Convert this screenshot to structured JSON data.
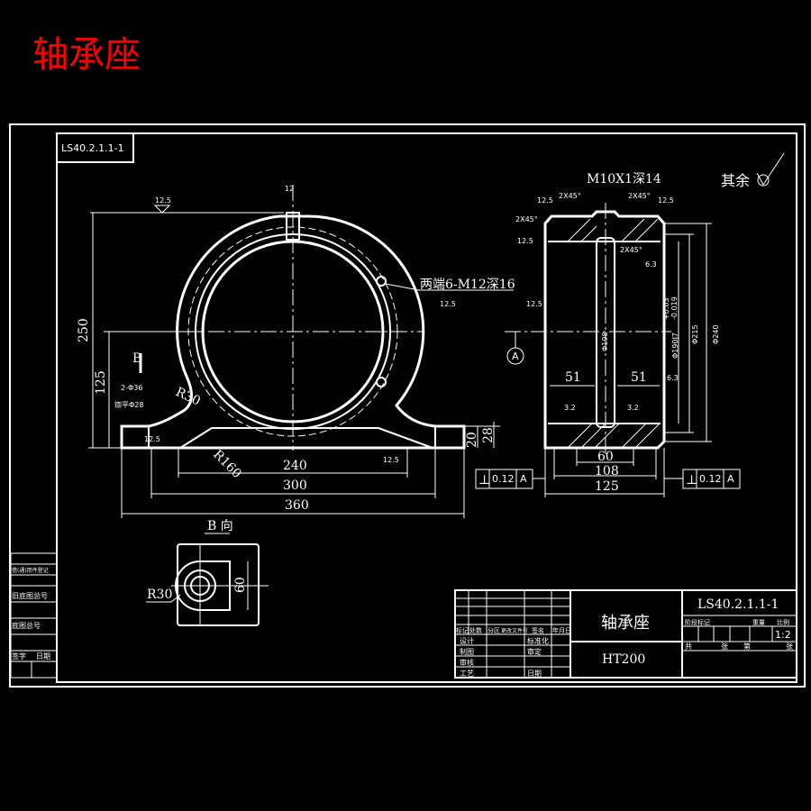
{
  "title": "轴承座",
  "title_color": "#ff0000",
  "drawing_number_box": "LS40.2.1.1-1",
  "front_view": {
    "dims": {
      "height_total": "250",
      "center_height": "125",
      "width_240": "240",
      "width_300": "300",
      "width_360": "360",
      "base_20": "20",
      "base_28": "28",
      "slot": "12"
    },
    "radii": {
      "r30": "R30",
      "r160": "R160"
    },
    "holes_note": "两端6-M12深16",
    "holes_roughness": "12.5",
    "foot_holes": "2-Φ36",
    "foot_holes_sub": "锪平Φ28",
    "view_marker": "B",
    "roughness_top": "12.5",
    "roughness_foot": "12.5",
    "roughness_base": "12.5"
  },
  "section_view": {
    "thread_note": "M10X1深14",
    "chamfers": [
      "2X45°",
      "2X45°",
      "2X45°",
      "2X45°"
    ],
    "roughness": [
      "12.5",
      "12.5",
      "12.5",
      "12.5",
      "6.3",
      "6.3",
      "3.2",
      "3.2"
    ],
    "dims": {
      "d198": "Φ198",
      "d190": "Φ190J7",
      "tol_upper": "+0.03",
      "tol_lower": "-0.019",
      "d215": "Φ215",
      "d240": "Φ240",
      "w51_left": "51",
      "w51_right": "51",
      "w60": "60",
      "w108": "108",
      "w125": "125"
    },
    "datum": "A",
    "tolerances": [
      {
        "symbol": "⊥",
        "value": "0.12",
        "datum": "A"
      },
      {
        "symbol": "⊥",
        "value": "0.12",
        "datum": "A"
      }
    ],
    "other_roughness": "其余"
  },
  "b_view": {
    "label": "B 向",
    "radius": "R30",
    "dim": "60"
  },
  "title_block": {
    "part_name": "轴承座",
    "material": "HT200",
    "drawing_number": "LS40.2.1.1-1",
    "header_row": [
      "标记",
      "处数",
      "分区",
      "更改文件号",
      "签名",
      "年月日"
    ],
    "rows": [
      [
        "设计",
        "标准化"
      ],
      [
        "制图",
        "审定"
      ],
      [
        "审核",
        ""
      ],
      [
        "工艺",
        "日期"
      ]
    ],
    "right_header": [
      "阶段标记",
      "重量",
      "比例"
    ],
    "scale": "1:2",
    "sheet": [
      "共",
      "张",
      "第",
      "张"
    ]
  },
  "side_strip": [
    "借(通)用件登记",
    "旧底图总号",
    "底图总号",
    "签字",
    "日期"
  ]
}
